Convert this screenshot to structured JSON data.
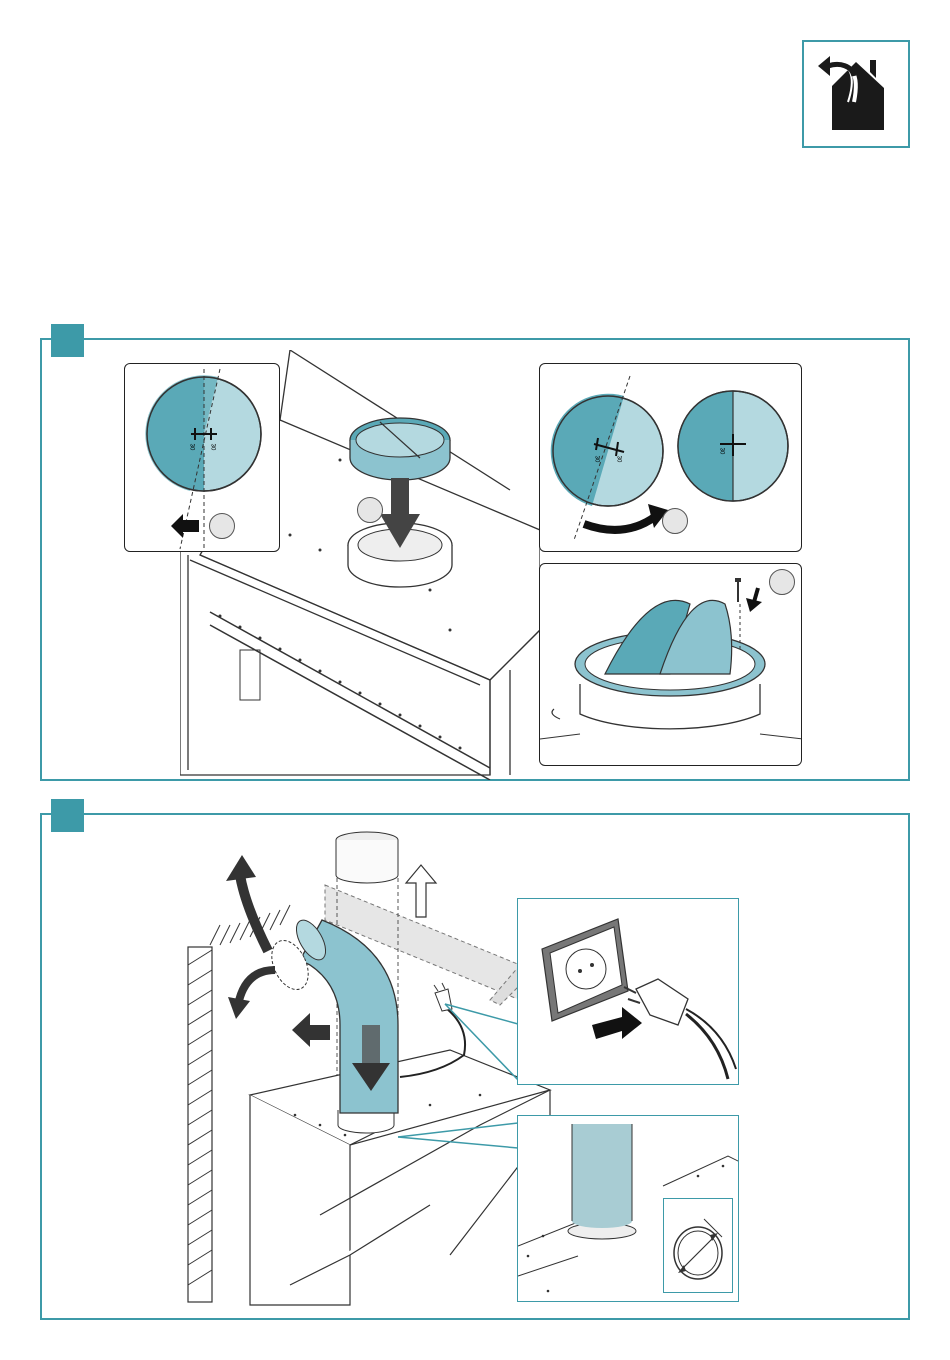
{
  "header_icon": {
    "name": "ducted-exhaust-house-icon",
    "label": ""
  },
  "step1": {
    "number": "",
    "callouts": {
      "damper_alignment": {
        "circle_number": "",
        "marks": [
          "30",
          "30"
        ]
      },
      "rotate_halves": {
        "circle_number": "",
        "marks": [
          "30",
          "30",
          "30"
        ]
      },
      "screw_fix": {
        "circle_number": ""
      }
    }
  },
  "step2": {
    "number": "",
    "callouts": {
      "plug_in": {},
      "duct_diameter": {}
    }
  },
  "colors": {
    "accent": "#3d9aa8",
    "duct": "#8cc3cf",
    "damper_dark": "#5aa9b7",
    "damper_light": "#b4d9e0",
    "line": "#222222"
  }
}
